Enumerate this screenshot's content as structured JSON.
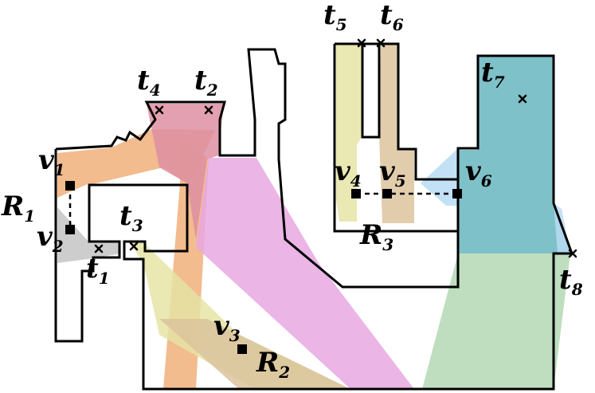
{
  "labels": {
    "t1": {
      "main": "t",
      "sub": "1"
    },
    "t2": {
      "main": "t",
      "sub": "2"
    },
    "t3": {
      "main": "t",
      "sub": "3"
    },
    "t4": {
      "main": "t",
      "sub": "4"
    },
    "t5": {
      "main": "t",
      "sub": "5"
    },
    "t6": {
      "main": "t",
      "sub": "6"
    },
    "t7": {
      "main": "t",
      "sub": "7"
    },
    "t8": {
      "main": "t",
      "sub": "8"
    },
    "v1": {
      "main": "v",
      "sub": "1"
    },
    "v2": {
      "main": "v",
      "sub": "2"
    },
    "v3": {
      "main": "v",
      "sub": "3"
    },
    "v4": {
      "main": "v",
      "sub": "4"
    },
    "v5": {
      "main": "v",
      "sub": "5"
    },
    "v6": {
      "main": "v",
      "sub": "6"
    },
    "R1": {
      "main": "R",
      "sub": "1"
    },
    "R2": {
      "main": "R",
      "sub": "2"
    },
    "R3": {
      "main": "R",
      "sub": "3"
    }
  },
  "colors": {
    "orange": "#f0b07a",
    "pink": "#de8fa2",
    "magenta": "#e8a8e2",
    "yellow": "#e6e4a6",
    "tan": "#dcc49e",
    "teal": "#68b6c0",
    "light_blue": "#b8dcf4",
    "green": "#b4d8b4",
    "gray": "#c4c4c4"
  }
}
